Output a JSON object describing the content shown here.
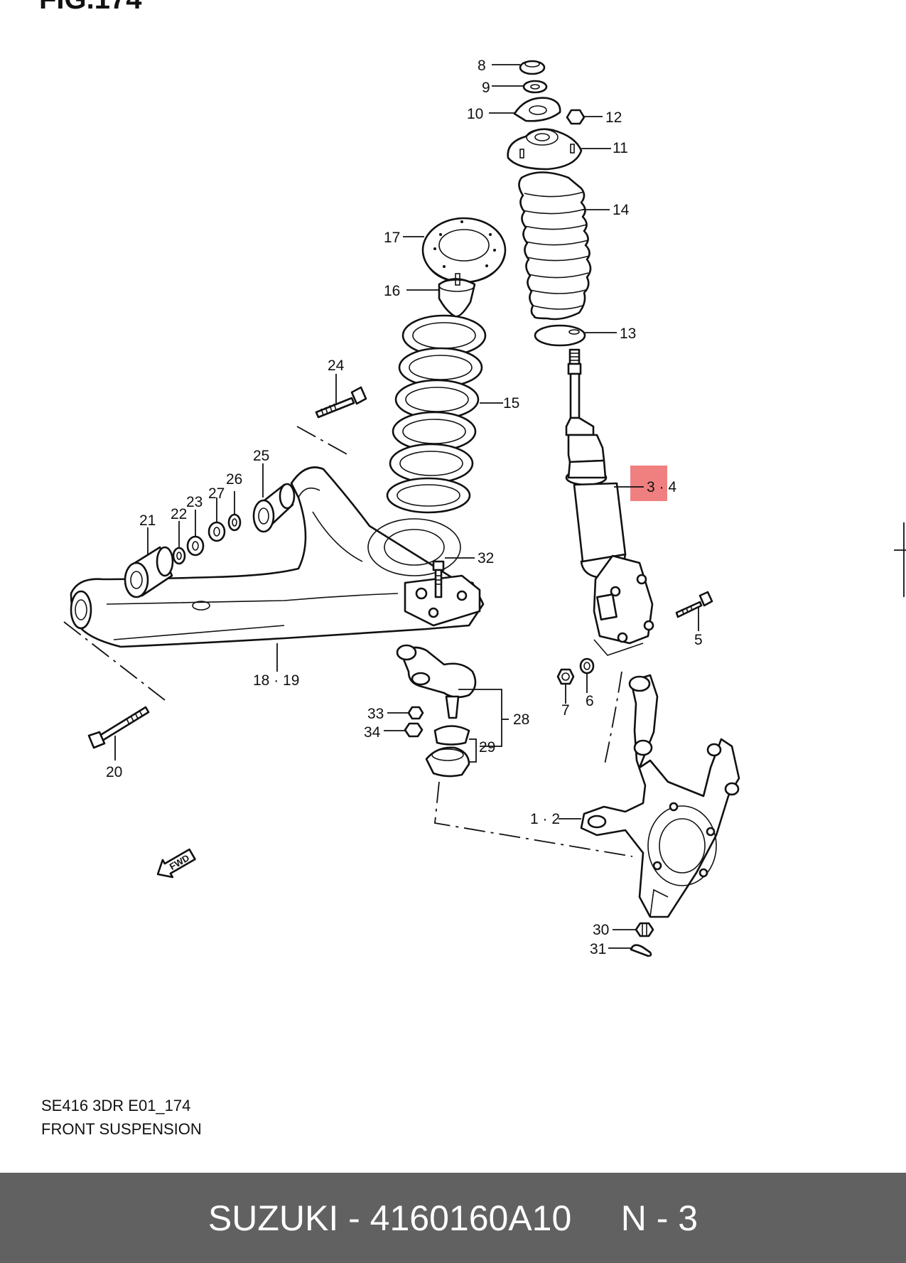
{
  "figure_title": "FIG.174",
  "caption": {
    "model_code": "SE416 3DR E01_174",
    "section": "FRONT SUSPENSION"
  },
  "highlight_color": "#f08080",
  "footer": {
    "brand": "SUZUKI",
    "part_number": "4160160A10",
    "note": "N - 3",
    "background": "#616161"
  },
  "fwd_label": "FWD",
  "callouts": {
    "c8": "8",
    "c9": "9",
    "c10": "10",
    "c12": "12",
    "c11": "11",
    "c14": "14",
    "c17": "17",
    "c16": "16",
    "c13": "13",
    "c24": "24",
    "c15": "15",
    "c34": "3 · 4",
    "c25": "25",
    "c26": "26",
    "c27": "27",
    "c23": "23",
    "c22": "22",
    "c21": "21",
    "c32": "32",
    "c5": "5",
    "c1819": "18 · 19",
    "c7": "7",
    "c6": "6",
    "c33": "33",
    "c28": "28",
    "c34b": "34",
    "c29": "29",
    "c20": "20",
    "c12b": "1 · 2",
    "c30": "30",
    "c31": "31"
  }
}
